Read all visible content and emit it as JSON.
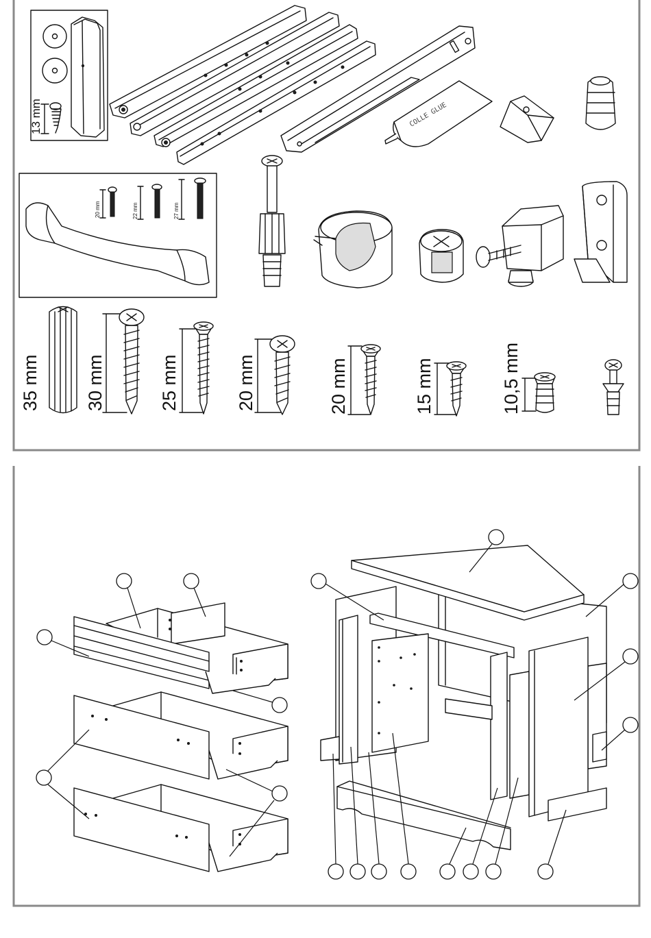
{
  "hardware_sizes": {
    "washer_screw": "13 mm",
    "handle_screw_1": "20 mm",
    "handle_screw_2": "22 mm",
    "handle_screw_3": "27 mm",
    "dowel": "35 mm",
    "screw_30": "30 mm",
    "screw_25": "25 mm",
    "screw_20a": "20 mm",
    "screw_20b": "20 mm",
    "screw_15": "15 mm",
    "insert_10_5": "10,5 mm"
  },
  "glue_label": "COLLE  GLUE"
}
